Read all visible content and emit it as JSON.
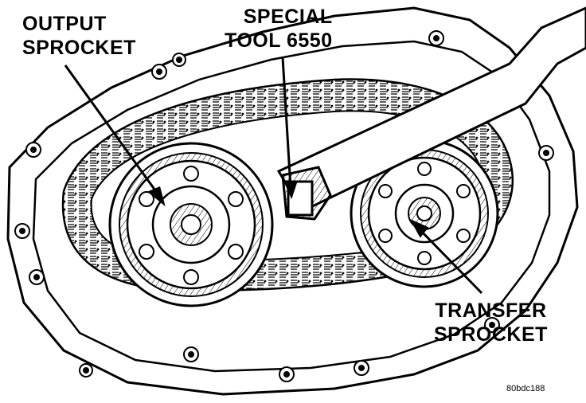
{
  "labels": {
    "output_sprocket": [
      "OUTPUT",
      "SPROCKET"
    ],
    "special_tool": [
      "SPECIAL",
      "TOOL 6550"
    ],
    "transfer_sprocket": [
      "TRANSFER",
      "SPROCKET"
    ]
  },
  "figure_code": "80bdc188",
  "colors": {
    "ink": "#000000",
    "paper": "#ffffff"
  }
}
